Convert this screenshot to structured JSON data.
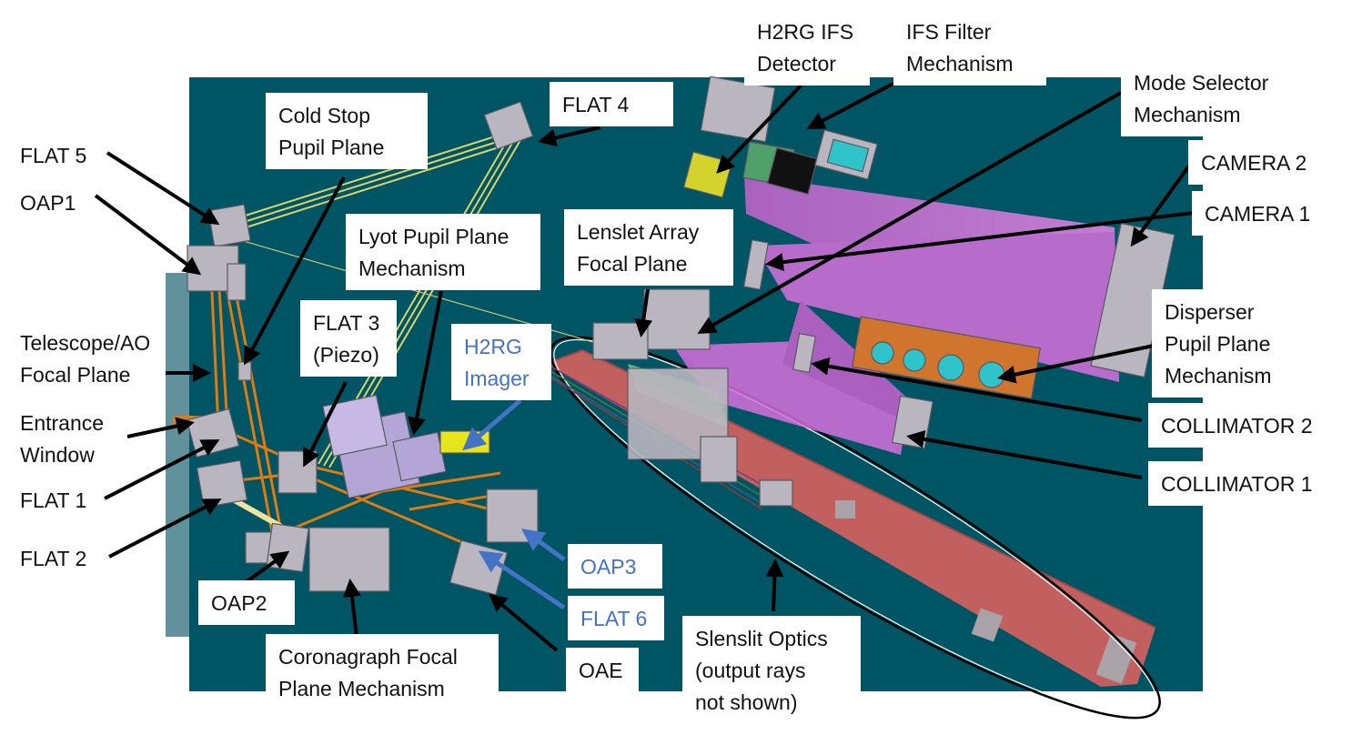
{
  "colors": {
    "background_plate": "#005564",
    "label_text": "#111111",
    "label_text_blue": "#4472c4",
    "arrow_black": "#000000",
    "arrow_blue": "#4472c4",
    "ray_orange": "#e07b12",
    "ray_yellow": "#d9d36a",
    "ray_magenta": "#d56ad9",
    "bench_red": "#c26060"
  },
  "labels": {
    "h2rg_ifs_detector": [
      "H2RG IFS",
      "Detector"
    ],
    "ifs_filter_mechanism": [
      "IFS Filter",
      "Mechanism"
    ],
    "mode_selector_mechanism": [
      "Mode Selector",
      "Mechanism"
    ],
    "flat4": [
      "FLAT 4"
    ],
    "cold_stop_pupil_plane": [
      "Cold Stop",
      "Pupil Plane"
    ],
    "flat5": [
      "FLAT 5"
    ],
    "oap1": [
      "OAP1"
    ],
    "camera2": [
      "CAMERA 2"
    ],
    "camera1": [
      "CAMERA 1"
    ],
    "lyot_pupil_plane_mechanism": [
      "Lyot Pupil Plane",
      "Mechanism"
    ],
    "lenslet_array_focal_plane": [
      "Lenslet Array",
      "Focal Plane"
    ],
    "disperser_pupil_plane_mechanism": [
      "Disperser",
      "Pupil Plane",
      "Mechanism"
    ],
    "flat3": [
      "FLAT 3",
      "(Piezo)"
    ],
    "h2rg_imager": [
      "H2RG",
      "Imager"
    ],
    "telescope_ao_focal_plane": [
      "Telescope/AO",
      "Focal Plane"
    ],
    "entrance_window": [
      "Entrance",
      "Window"
    ],
    "collimator2": [
      "COLLIMATOR 2"
    ],
    "collimator1": [
      "COLLIMATOR 1"
    ],
    "flat1": [
      "FLAT 1"
    ],
    "flat2": [
      "FLAT 2"
    ],
    "oap3": [
      "OAP3"
    ],
    "flat6": [
      "FLAT 6"
    ],
    "oap2": [
      "OAP2"
    ],
    "coronagraph_focal_plane_mechanism": [
      "Coronagraph Focal",
      "Plane Mechanism"
    ],
    "oae": [
      "OAE"
    ],
    "slenslit_optics": [
      "Slenslit Optics",
      "(output rays",
      "not shown)"
    ]
  }
}
